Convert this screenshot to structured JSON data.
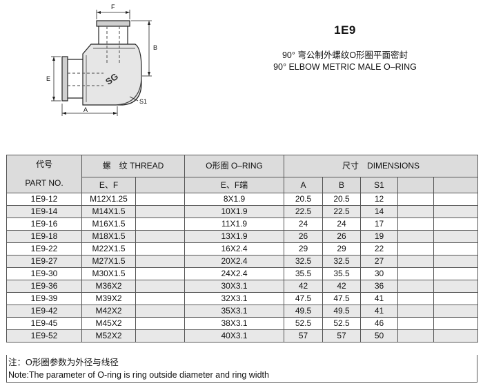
{
  "header": {
    "code": "1E9",
    "subtitle_cn": "90°  弯公制外螺纹O形圈平面密封",
    "subtitle_en": "90°  ELBOW METRIC MALE O–RING"
  },
  "drawing": {
    "dim_labels": {
      "f": "F",
      "b": "B",
      "e": "E",
      "a": "A",
      "s1": "S1"
    },
    "logo_text": "SG"
  },
  "table": {
    "headers": {
      "part_cn": "代号",
      "part_en": "PART NO.",
      "thread": "螺　纹  THREAD",
      "oring": "O形圈  O–RING",
      "dimensions": "尺寸　DIMENSIONS",
      "thread_sub": "E、F",
      "oring_sub": "E、F端",
      "col_a": "A",
      "col_b": "B",
      "col_s1": "S1"
    },
    "rows": [
      {
        "part": "1E9-12",
        "thread": "M12X1.25",
        "oring": "8X1.9",
        "a": "20.5",
        "b": "20.5",
        "s1": "12"
      },
      {
        "part": "1E9-14",
        "thread": "M14X1.5",
        "oring": "10X1.9",
        "a": "22.5",
        "b": "22.5",
        "s1": "14"
      },
      {
        "part": "1E9-16",
        "thread": "M16X1.5",
        "oring": "11X1.9",
        "a": "24",
        "b": "24",
        "s1": "17"
      },
      {
        "part": "1E9-18",
        "thread": "M18X1.5",
        "oring": "13X1.9",
        "a": "26",
        "b": "26",
        "s1": "19"
      },
      {
        "part": "1E9-22",
        "thread": "M22X1.5",
        "oring": "16X2.4",
        "a": "29",
        "b": "29",
        "s1": "22"
      },
      {
        "part": "1E9-27",
        "thread": "M27X1.5",
        "oring": "20X2.4",
        "a": "32.5",
        "b": "32.5",
        "s1": "27"
      },
      {
        "part": "1E9-30",
        "thread": "M30X1.5",
        "oring": "24X2.4",
        "a": "35.5",
        "b": "35.5",
        "s1": "30"
      },
      {
        "part": "1E9-36",
        "thread": "M36X2",
        "oring": "30X3.1",
        "a": "42",
        "b": "42",
        "s1": "36"
      },
      {
        "part": "1E9-39",
        "thread": "M39X2",
        "oring": "32X3.1",
        "a": "47.5",
        "b": "47.5",
        "s1": "41"
      },
      {
        "part": "1E9-42",
        "thread": "M42X2",
        "oring": "35X3.1",
        "a": "49.5",
        "b": "49.5",
        "s1": "41"
      },
      {
        "part": "1E9-45",
        "thread": "M45X2",
        "oring": "38X3.1",
        "a": "52.5",
        "b": "52.5",
        "s1": "46"
      },
      {
        "part": "1E9-52",
        "thread": "M52X2",
        "oring": "40X3.1",
        "a": "57",
        "b": "57",
        "s1": "50"
      }
    ]
  },
  "note": {
    "cn": "注：O形圈参数为外径与线径",
    "en": "Note:The parameter of O-ring is ring outside diameter and ring width"
  }
}
